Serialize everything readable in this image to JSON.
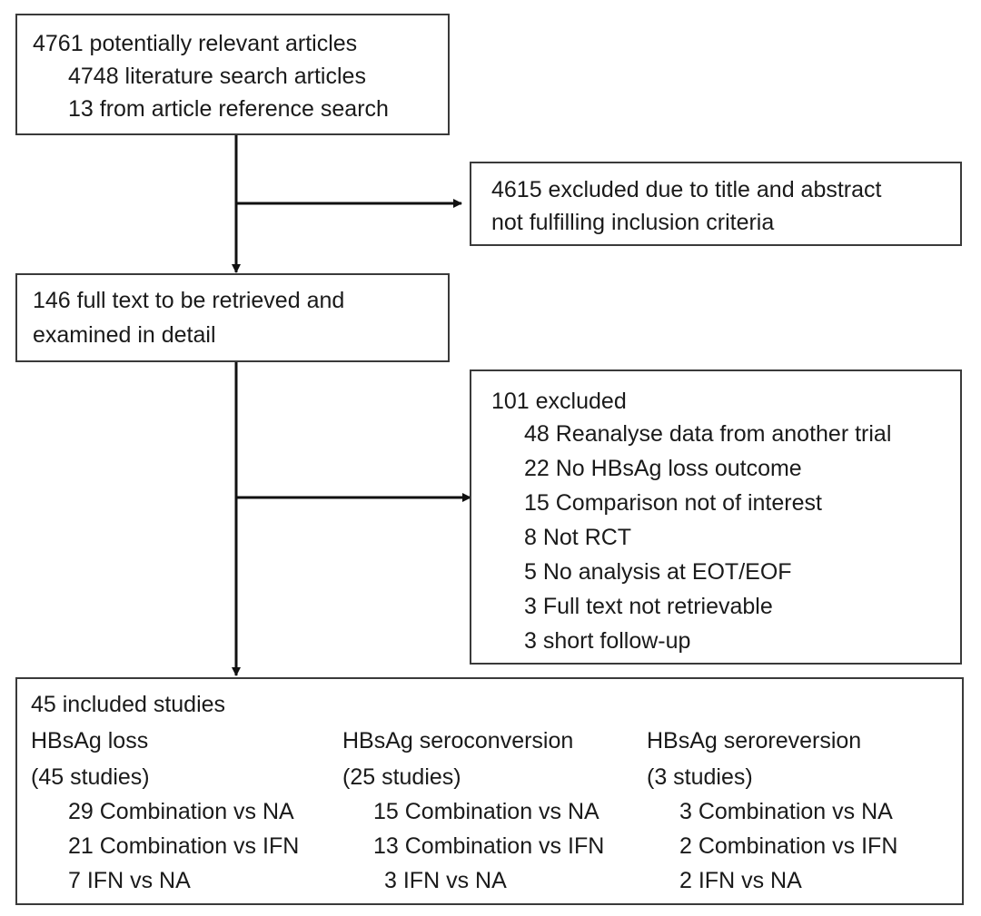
{
  "box1": {
    "title": "4761 potentially relevant articles",
    "lines": [
      "4748 literature search articles",
      "13 from article reference search"
    ]
  },
  "excluded1": {
    "lines": [
      "4615 excluded due to title and abstract",
      "not fulfilling inclusion criteria"
    ]
  },
  "box2": {
    "lines": [
      "146 full text to be retrieved and",
      "examined in detail"
    ]
  },
  "excluded2": {
    "title": "101 excluded",
    "items": [
      "48 Reanalyse data from another trial",
      "22 No HBsAg loss outcome",
      "15 Comparison not of interest",
      "8 Not RCT",
      "5 No analysis at EOT/EOF",
      "3 Full text not retrievable",
      "3 short follow-up"
    ]
  },
  "included": {
    "title": "45 included studies",
    "columns": [
      {
        "heading": "HBsAg loss",
        "count": "(45 studies)",
        "items": [
          "29 Combination vs NA",
          "21 Combination vs IFN",
          "7 IFN vs NA"
        ]
      },
      {
        "heading": "HBsAg seroconversion",
        "count": "(25 studies)",
        "items": [
          "15 Combination vs NA",
          "13 Combination vs IFN",
          "3 IFN vs NA"
        ]
      },
      {
        "heading": "HBsAg seroreversion",
        "count": "(3 studies)",
        "items": [
          "3 Combination vs NA",
          "2 Combination vs IFN",
          "2 IFN vs NA"
        ]
      }
    ]
  }
}
